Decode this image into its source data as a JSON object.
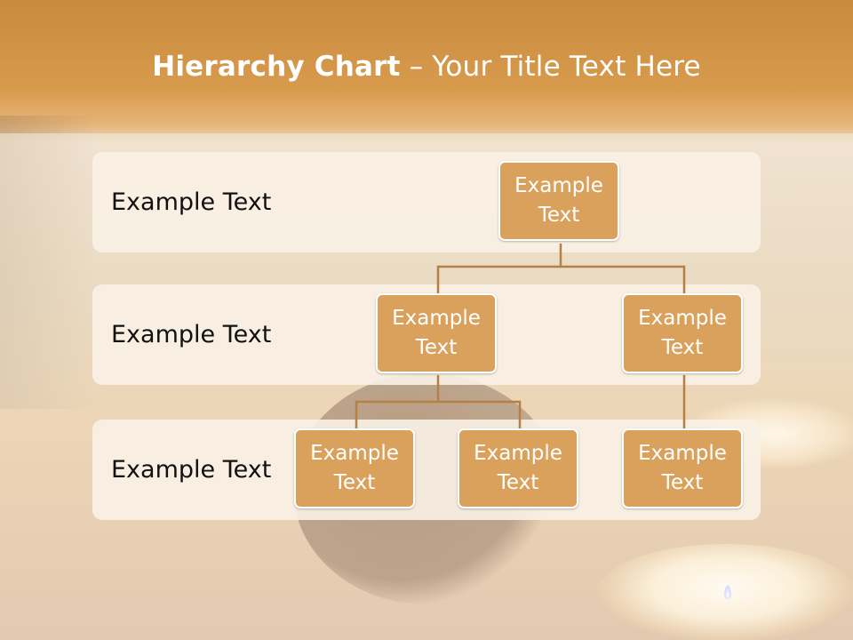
{
  "title": {
    "bold": "Hierarchy Chart",
    "separator": " – ",
    "rest": "Your Title Text Here"
  },
  "levels": [
    {
      "label": "Example Text"
    },
    {
      "label": "Example Text"
    },
    {
      "label": "Example Text"
    }
  ],
  "nodes": {
    "root": "Example Text",
    "level2_left": "Example Text",
    "level2_right": "Example Text",
    "level3_left_a": "Example Text",
    "level3_left_b": "Example Text",
    "level3_right": "Example Text"
  },
  "colors": {
    "node_fill": "#d9a15c",
    "connector": "#b58043",
    "band": "#faf1e6"
  }
}
